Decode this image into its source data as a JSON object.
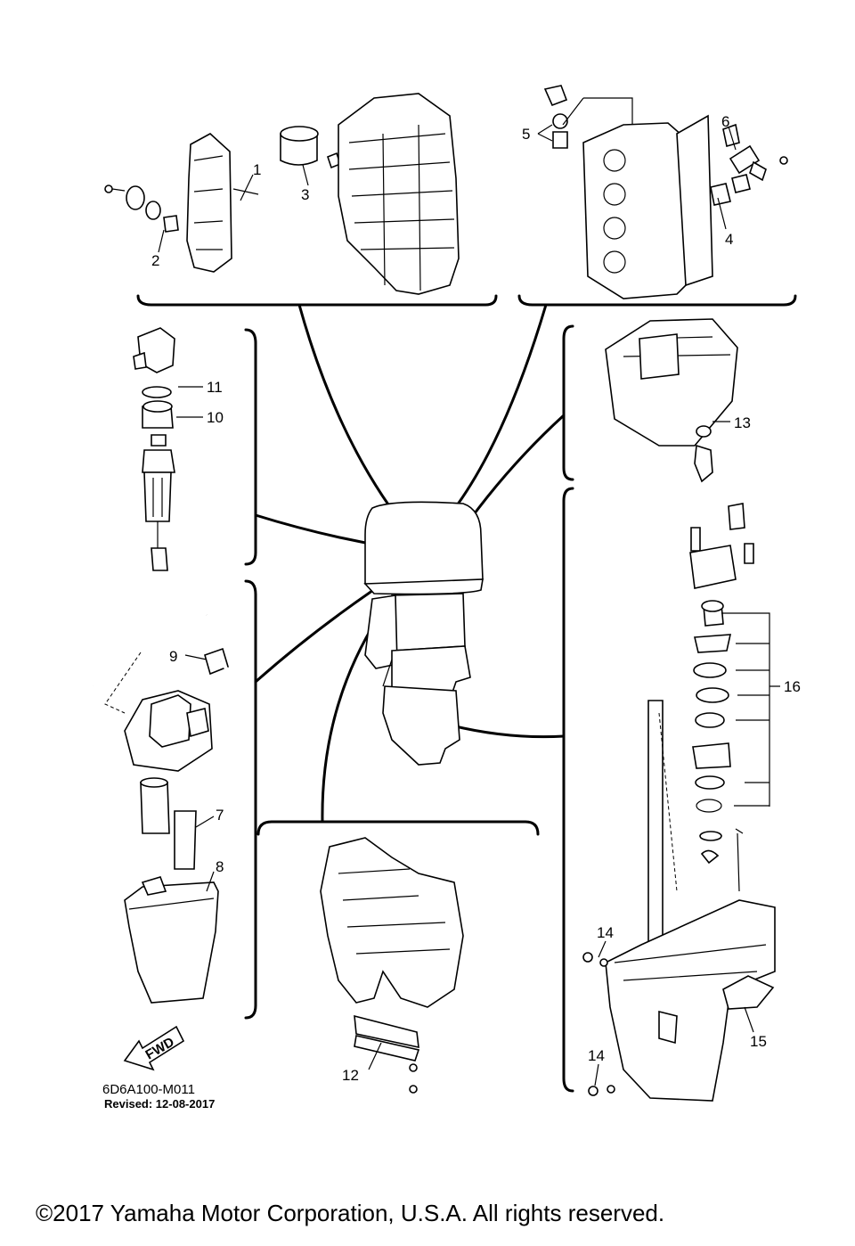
{
  "diagram": {
    "part_numbers": [
      "1",
      "2",
      "3",
      "4",
      "5",
      "6",
      "7",
      "8",
      "9",
      "10",
      "11",
      "12",
      "13",
      "14",
      "14",
      "15",
      "16"
    ],
    "forward_arrow_label": "FWD",
    "drawing_code": "6D6A100-M011",
    "revised": "Revised: 12-08-2017",
    "copyright": "©2017 Yamaha Motor Corporation, U.S.A. All rights reserved."
  }
}
